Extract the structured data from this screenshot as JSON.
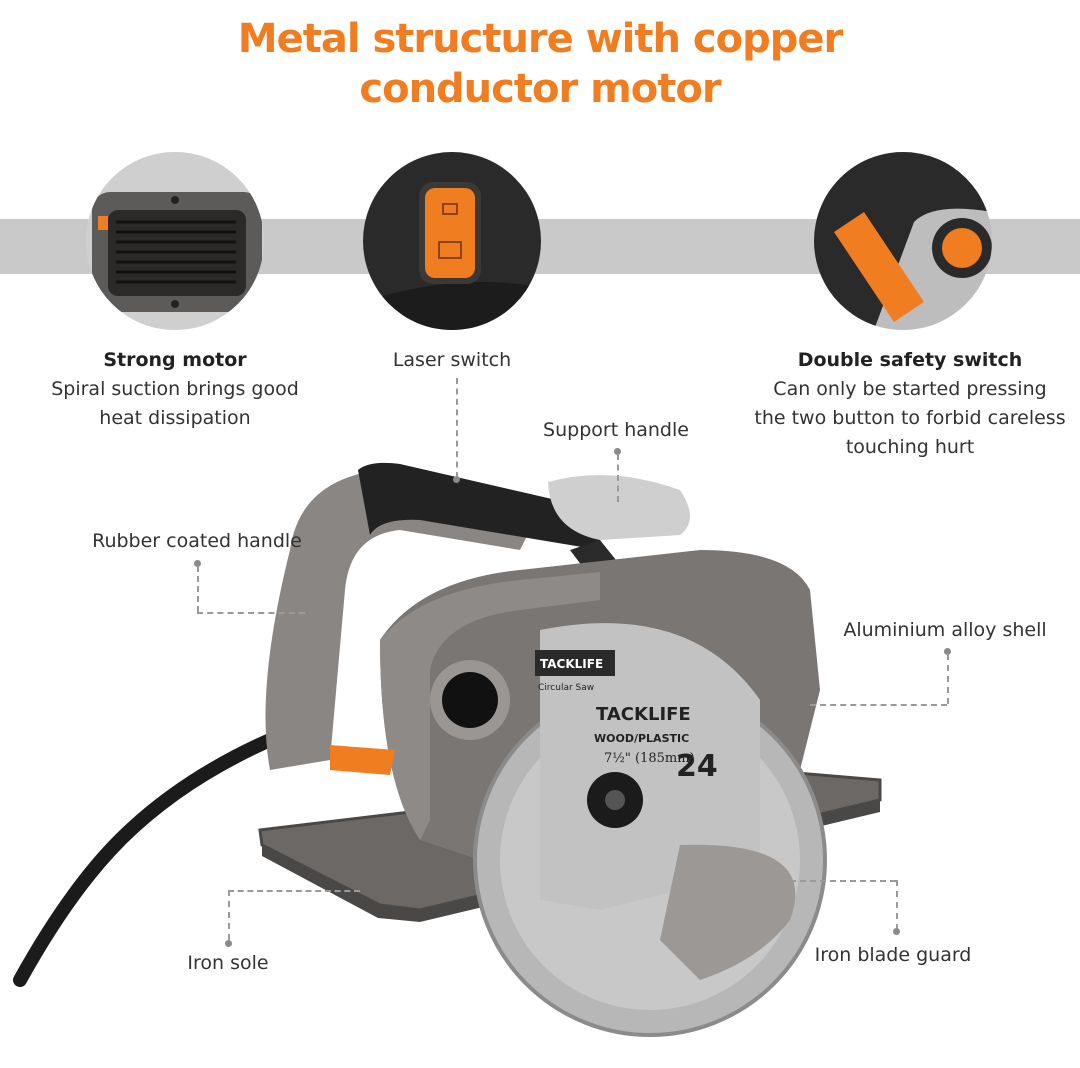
{
  "title": {
    "line1": "Metal structure with copper",
    "line2": "conductor motor"
  },
  "features": {
    "strong_motor": {
      "heading": "Strong motor",
      "line1": "Spiral suction brings good",
      "line2": "heat dissipation"
    },
    "laser_switch": {
      "label": "Laser switch"
    },
    "double_safety": {
      "heading": "Double safety switch",
      "line1": "Can only be started pressing",
      "line2": "the two button to forbid careless",
      "line3": "touching hurt"
    }
  },
  "callouts": {
    "support_handle": "Support handle",
    "rubber_handle": "Rubber coated handle",
    "aluminium_shell": "Aluminium alloy shell",
    "iron_sole": "Iron sole",
    "iron_blade_guard": "Iron blade guard"
  },
  "product": {
    "brand": "TACKLIFE",
    "brand_small": "TACKLIFE",
    "model_text": "Circular Saw",
    "blade_line1": "WOOD/PLASTIC",
    "blade_size": "7½\" (185mm)",
    "blade_teeth": "24"
  },
  "colors": {
    "accent": "#f07d20",
    "band": "#c9c9c9",
    "body_grey": "#6e6b69"
  }
}
